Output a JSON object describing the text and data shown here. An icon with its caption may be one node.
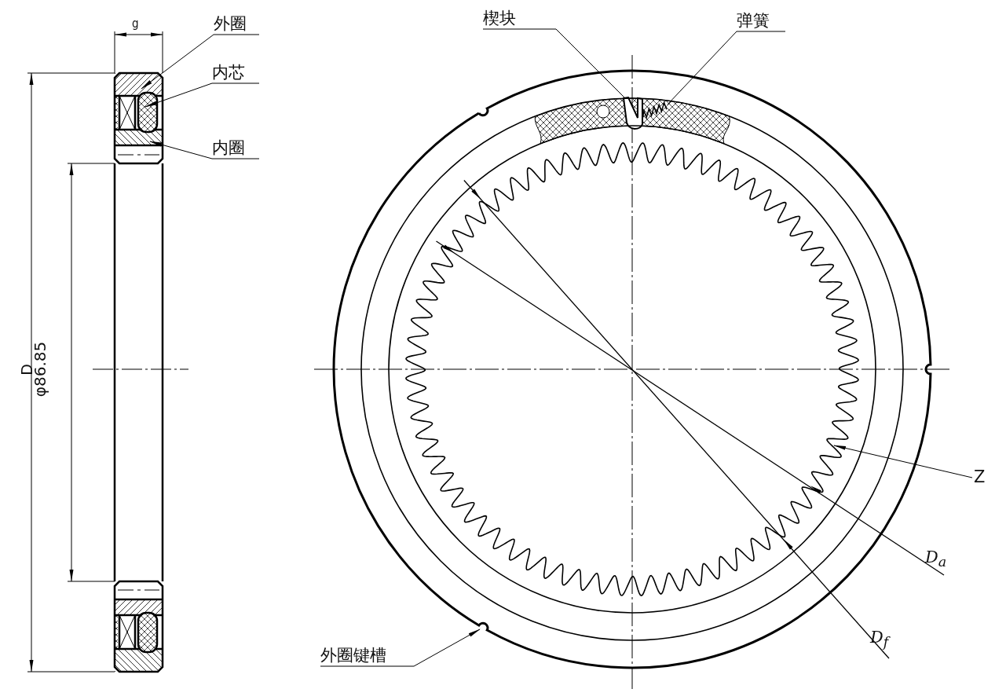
{
  "diagram": {
    "nodes": [
      {
        "text": [
          "外圈"
        ]
      },
      {
        "text": [
          "内芯"
        ]
      },
      {
        "text": [
          "内圈"
        ]
      },
      {
        "text": [
          "楔块"
        ]
      },
      {
        "text": [
          "弹簧"
        ]
      },
      {
        "text": [
          "外圈键槽"
        ]
      },
      {
        "text": [
          "Z"
        ]
      }
    ],
    "edges": [
      {
        "from": 0,
        "to": null,
        "arrow": "to"
      },
      {
        "from": 1,
        "to": null,
        "arrow": "to"
      },
      {
        "from": 2,
        "to": null,
        "arrow": "to"
      },
      {
        "from": 3,
        "to": null,
        "arrow": "none"
      },
      {
        "from": 4,
        "to": null,
        "arrow": "none"
      },
      {
        "from": 5,
        "to": null,
        "arrow": "to"
      },
      {
        "from": 6,
        "to": null,
        "arrow": "to"
      }
    ],
    "labels": [
      "g",
      "D",
      "φ86.85",
      "D$_{a}$",
      "D$_{f}$"
    ]
  }
}
